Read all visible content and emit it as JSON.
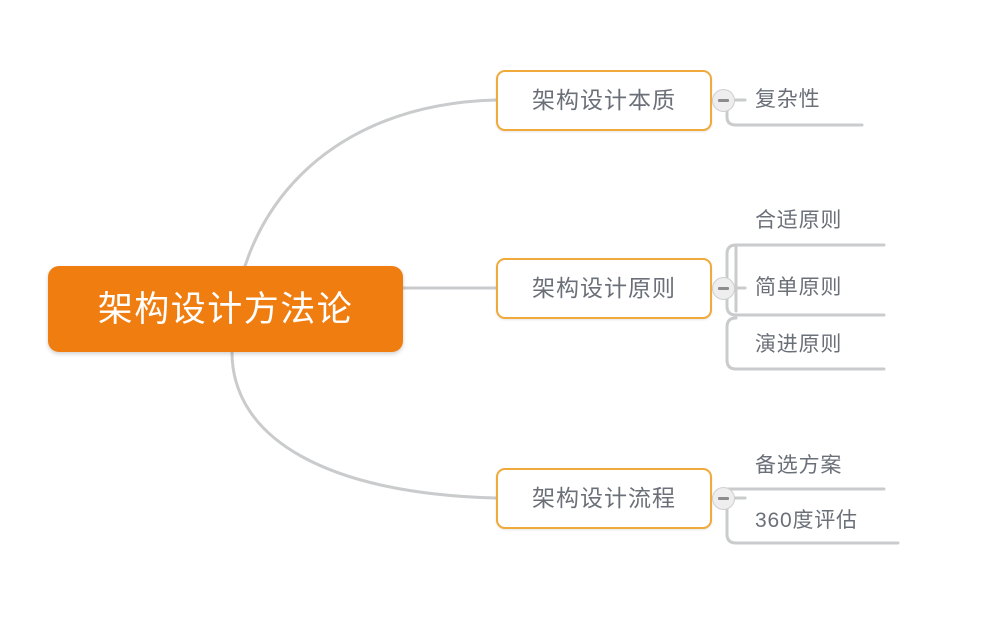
{
  "diagram": {
    "type": "mind-map",
    "orientation": "left-to-right",
    "background_color": "#ffffff",
    "colors": {
      "root_fill": "#F07D10",
      "root_text": "#ffffff",
      "branch_border": "#F0A93B",
      "branch_fill": "#ffffff",
      "node_text": "#6b7078",
      "connector": "#c9cbcc",
      "toggle_fill": "#eeeeee",
      "toggle_glyph": "#8d8d8d"
    },
    "root": {
      "label": "架构设计方法论"
    },
    "branches": [
      {
        "label": "架构设计本质",
        "toggle_state": "expanded",
        "toggle_icon": "minus-circle-icon",
        "children": [
          {
            "label": "复杂性"
          }
        ]
      },
      {
        "label": "架构设计原则",
        "toggle_state": "expanded",
        "toggle_icon": "minus-circle-icon",
        "children": [
          {
            "label": "合适原则"
          },
          {
            "label": "简单原则"
          },
          {
            "label": "演进原则"
          }
        ]
      },
      {
        "label": "架构设计流程",
        "toggle_state": "expanded",
        "toggle_icon": "minus-circle-icon",
        "children": [
          {
            "label": "备选方案"
          },
          {
            "label": "360度评估"
          }
        ]
      }
    ]
  }
}
